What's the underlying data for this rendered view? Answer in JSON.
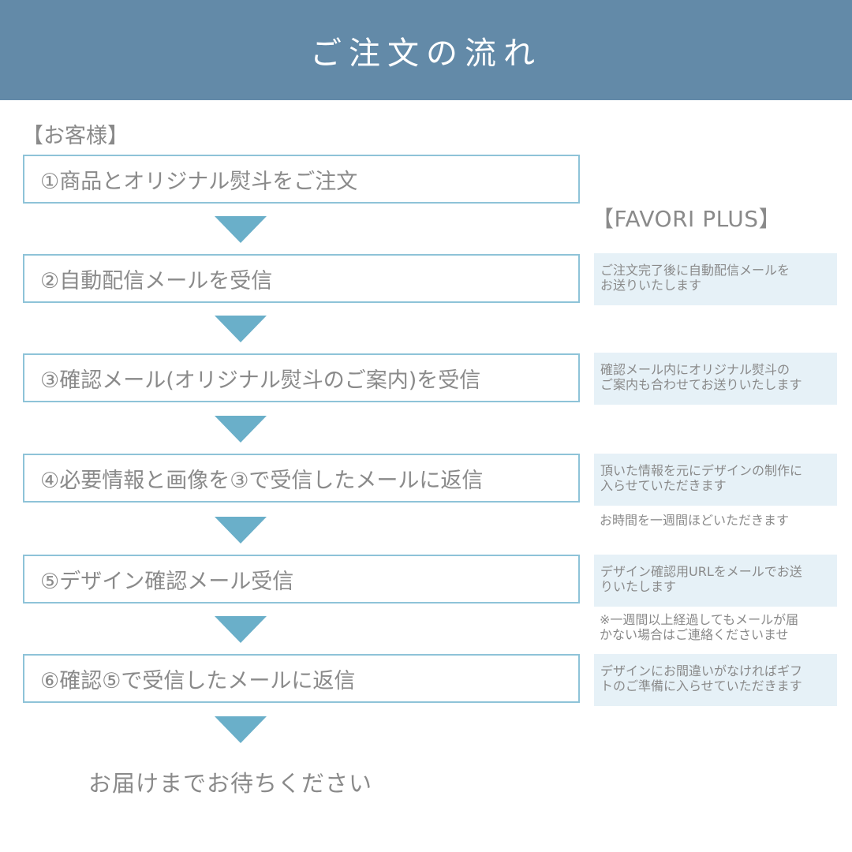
{
  "header": {
    "title": "ご注文の流れ"
  },
  "labels": {
    "customer": "【お客様】",
    "shop": "【FAVORI PLUS】"
  },
  "steps": [
    {
      "label": "①商品とオリジナル熨斗をご注文"
    },
    {
      "label": "②自動配信メールを受信"
    },
    {
      "label": "③確認メール(オリジナル熨斗のご案内)を受信"
    },
    {
      "label": "④必要情報と画像を③で受信したメールに返信"
    },
    {
      "label": "⑤デザイン確認メール受信"
    },
    {
      "label": "⑥確認⑤で受信したメールに返信"
    }
  ],
  "notes": [
    {
      "line1": "ご注文完了後に自動配信メールを",
      "line2": "お送りいたします"
    },
    {
      "line1": "確認メール内にオリジナル熨斗の",
      "line2": "ご案内も合わせてお送りいたします"
    },
    {
      "line1": "頂いた情報を元にデザインの制作に",
      "line2": "入らせていただきます"
    },
    {
      "line1": "デザイン確認用URLをメールでお送",
      "line2": "りいたします"
    },
    {
      "line1": "デザインにお間違いがなければギフ",
      "line2": "トのご準備に入らせていただきます"
    }
  ],
  "extra_notes": [
    {
      "line1": "お時間を一週間ほどいただきます"
    },
    {
      "line1": "※一週間以上経過してもメールが届",
      "line2": "かない場合はご連絡くださいませ"
    }
  ],
  "footer": {
    "text": "お届けまでお待ちください"
  },
  "colors": {
    "header_bg": "#638aa8",
    "box_border": "#8ec3d8",
    "arrow": "#6aafc9",
    "note_bg": "#e6f1f7",
    "text": "#8a8a8a"
  }
}
